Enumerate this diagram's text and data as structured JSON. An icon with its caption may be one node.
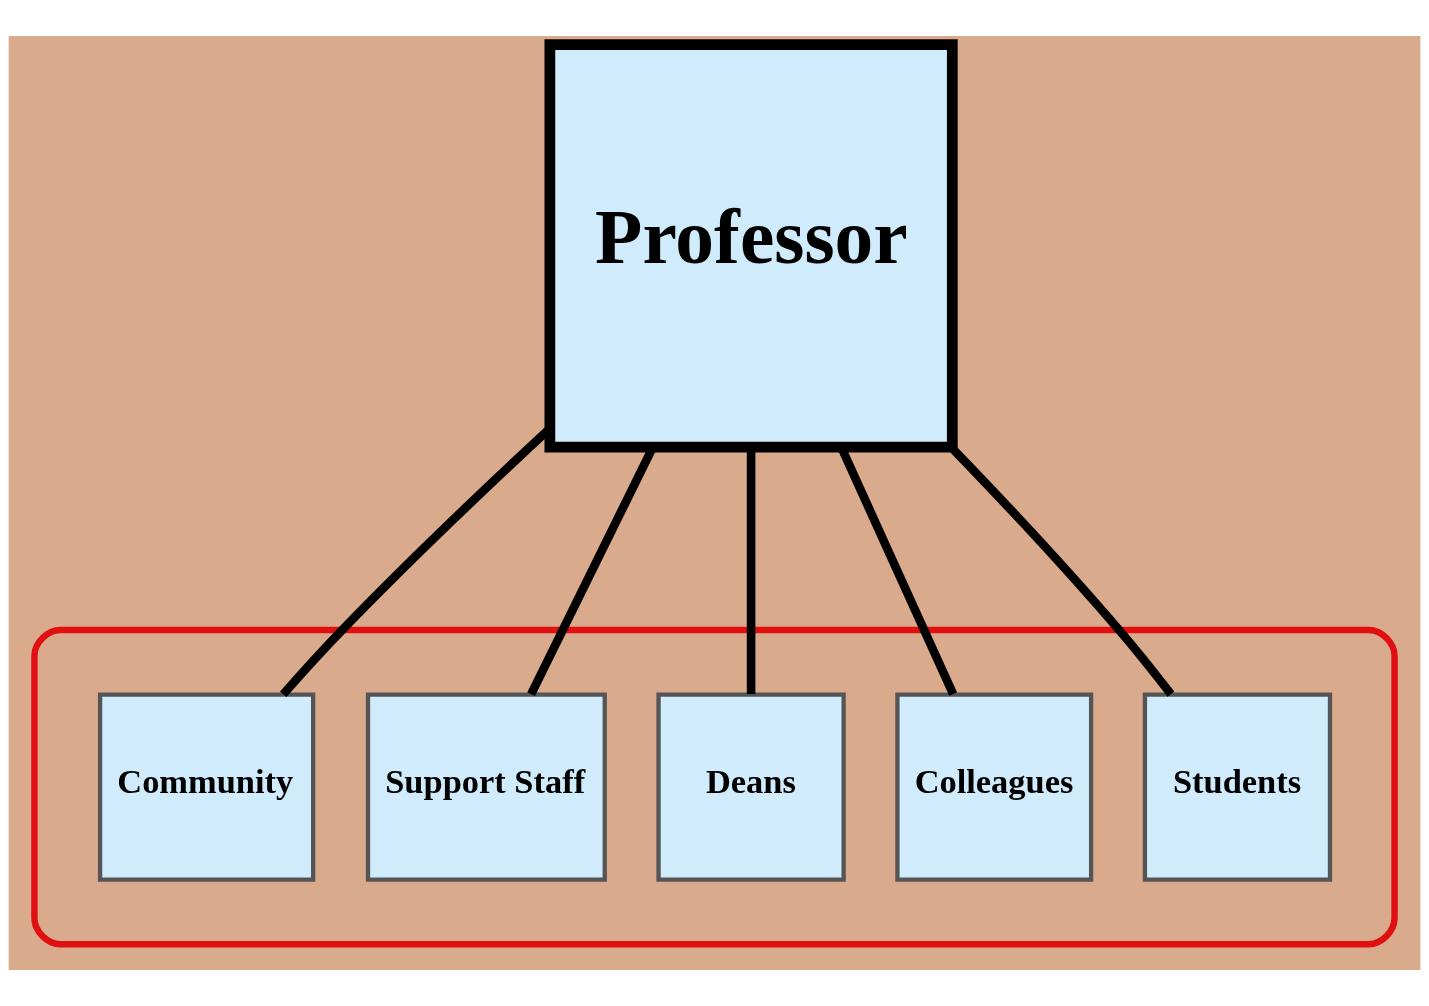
{
  "diagram": {
    "nodes": [
      {
        "text": [
          "Professor"
        ]
      },
      {
        "text": [],
        "shape": "ellipse"
      },
      {
        "text": [
          "Students"
        ],
        "in": 1
      },
      {
        "text": [
          "Colleagues"
        ],
        "in": 1
      },
      {
        "text": [
          "Deans"
        ],
        "in": 1
      },
      {
        "text": [
          "Support Staff"
        ],
        "in": 1
      },
      {
        "text": [
          "Community"
        ],
        "in": 1
      }
    ],
    "edges": [
      {
        "from": 0,
        "to": 2,
        "arrow": "none"
      },
      {
        "from": 0,
        "to": 3,
        "arrow": "none"
      },
      {
        "from": 0,
        "to": 4,
        "arrow": "none"
      },
      {
        "from": 0,
        "to": 5,
        "arrow": "none"
      },
      {
        "from": 0,
        "to": 6,
        "arrow": "none"
      }
    ]
  }
}
